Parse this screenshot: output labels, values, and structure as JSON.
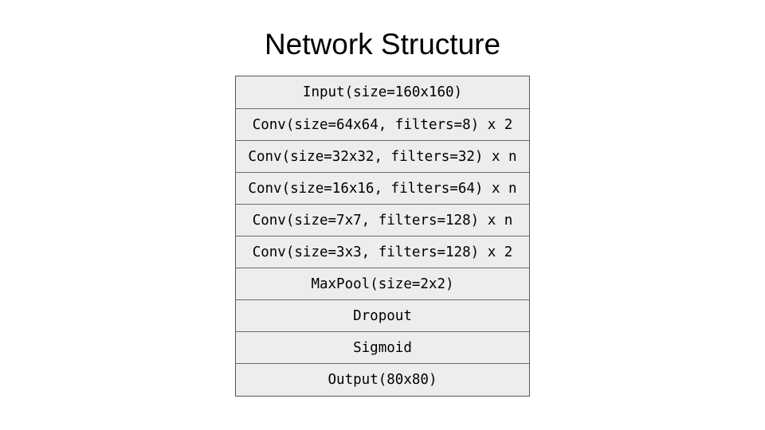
{
  "slide": {
    "title": "Network Structure",
    "background_color": "#ffffff",
    "title_color": "#000000"
  },
  "diagram": {
    "name": "network-structure-stack",
    "cell_background_color": "#ededed",
    "border_color": "#545454",
    "divider_color": "#6b6b6b",
    "text_color": "#000000",
    "layers": [
      {
        "label": "Input(size=160x160)"
      },
      {
        "label": "Conv(size=64x64, filters=8) x 2"
      },
      {
        "label": "Conv(size=32x32, filters=32) x n"
      },
      {
        "label": "Conv(size=16x16, filters=64) x n"
      },
      {
        "label": "Conv(size=7x7, filters=128) x n"
      },
      {
        "label": "Conv(size=3x3, filters=128) x 2"
      },
      {
        "label": "MaxPool(size=2x2)"
      },
      {
        "label": "Dropout"
      },
      {
        "label": "Sigmoid"
      },
      {
        "label": "Output(80x80)"
      }
    ]
  }
}
